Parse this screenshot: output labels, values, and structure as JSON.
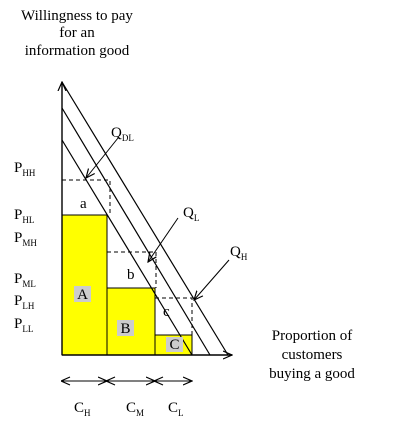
{
  "y_axis_title": [
    "Willingness to pay",
    "for an",
    "information good"
  ],
  "x_axis_title": [
    "Proportion of",
    "customers",
    "buying a good"
  ],
  "price_labels": [
    {
      "main": "P",
      "sub": "HH"
    },
    {
      "main": "P",
      "sub": "HL"
    },
    {
      "main": "P",
      "sub": "MH"
    },
    {
      "main": "P",
      "sub": "ML"
    },
    {
      "main": "P",
      "sub": "LH"
    },
    {
      "main": "P",
      "sub": "LL"
    }
  ],
  "curve_labels": [
    {
      "main": "Q",
      "sub": "DL"
    },
    {
      "main": "Q",
      "sub": "L"
    },
    {
      "main": "Q",
      "sub": "H"
    }
  ],
  "segment_labels": [
    {
      "main": "C",
      "sub": "H"
    },
    {
      "main": "C",
      "sub": "M"
    },
    {
      "main": "C",
      "sub": "L"
    }
  ],
  "area_labels": {
    "A": "A",
    "B": "B",
    "C": "C",
    "a": "a",
    "b": "b",
    "c": "c"
  },
  "colors": {
    "fill": "#ffff00",
    "stroke": "#000000",
    "label_box": "#cccccc"
  }
}
